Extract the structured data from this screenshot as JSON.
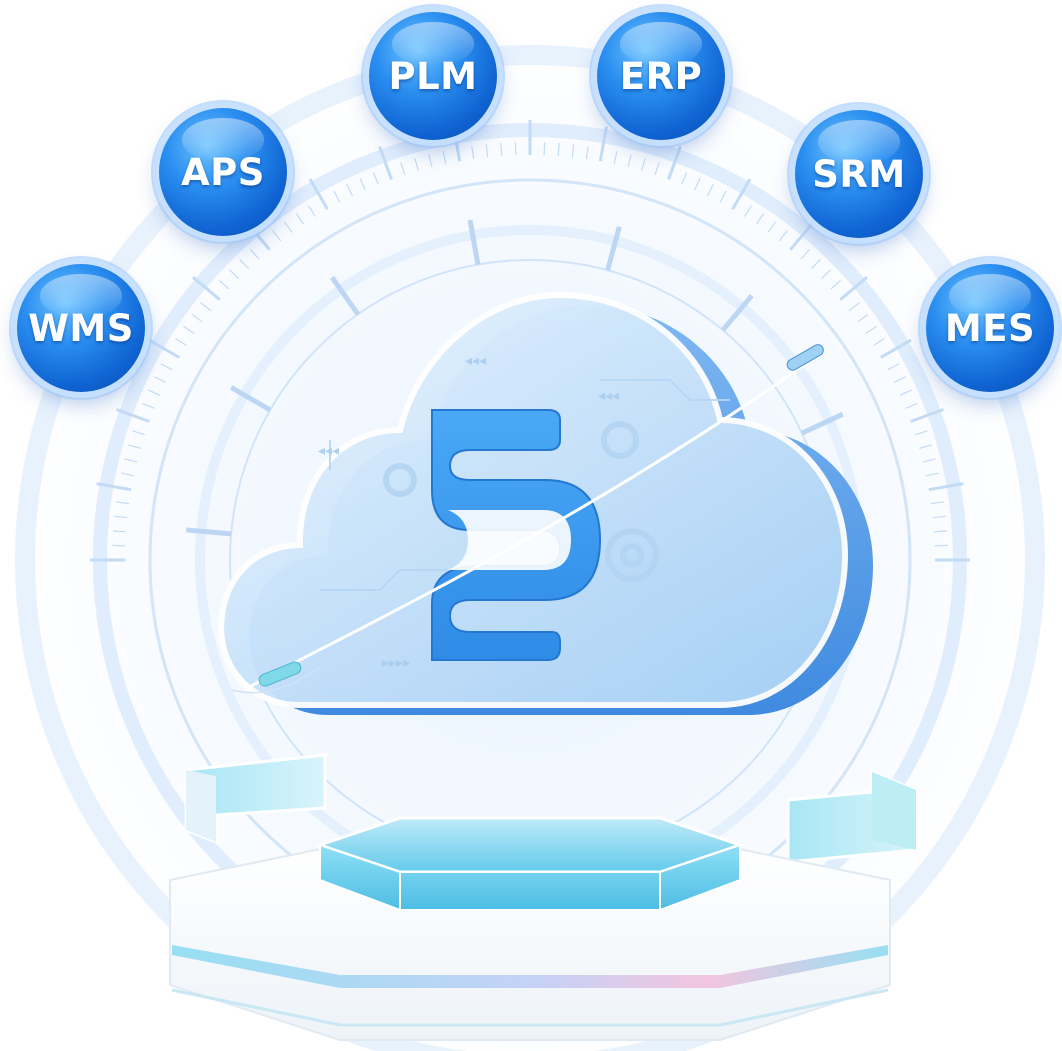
{
  "nodes": [
    {
      "id": "wms",
      "label": "WMS"
    },
    {
      "id": "aps",
      "label": "APS"
    },
    {
      "id": "plm",
      "label": "PLM"
    },
    {
      "id": "erp",
      "label": "ERP"
    },
    {
      "id": "srm",
      "label": "SRM"
    },
    {
      "id": "mes",
      "label": "MES"
    }
  ],
  "colors": {
    "node_blue": "#1577e0",
    "cloud_blue": "#9cc9f3",
    "logo_blue": "#3d9df0",
    "platform_cyan": "#7fd6f2"
  },
  "icons": [
    "cloud-icon",
    "brand-logo-icon",
    "gear-icon",
    "hexagon-platform-icon"
  ]
}
